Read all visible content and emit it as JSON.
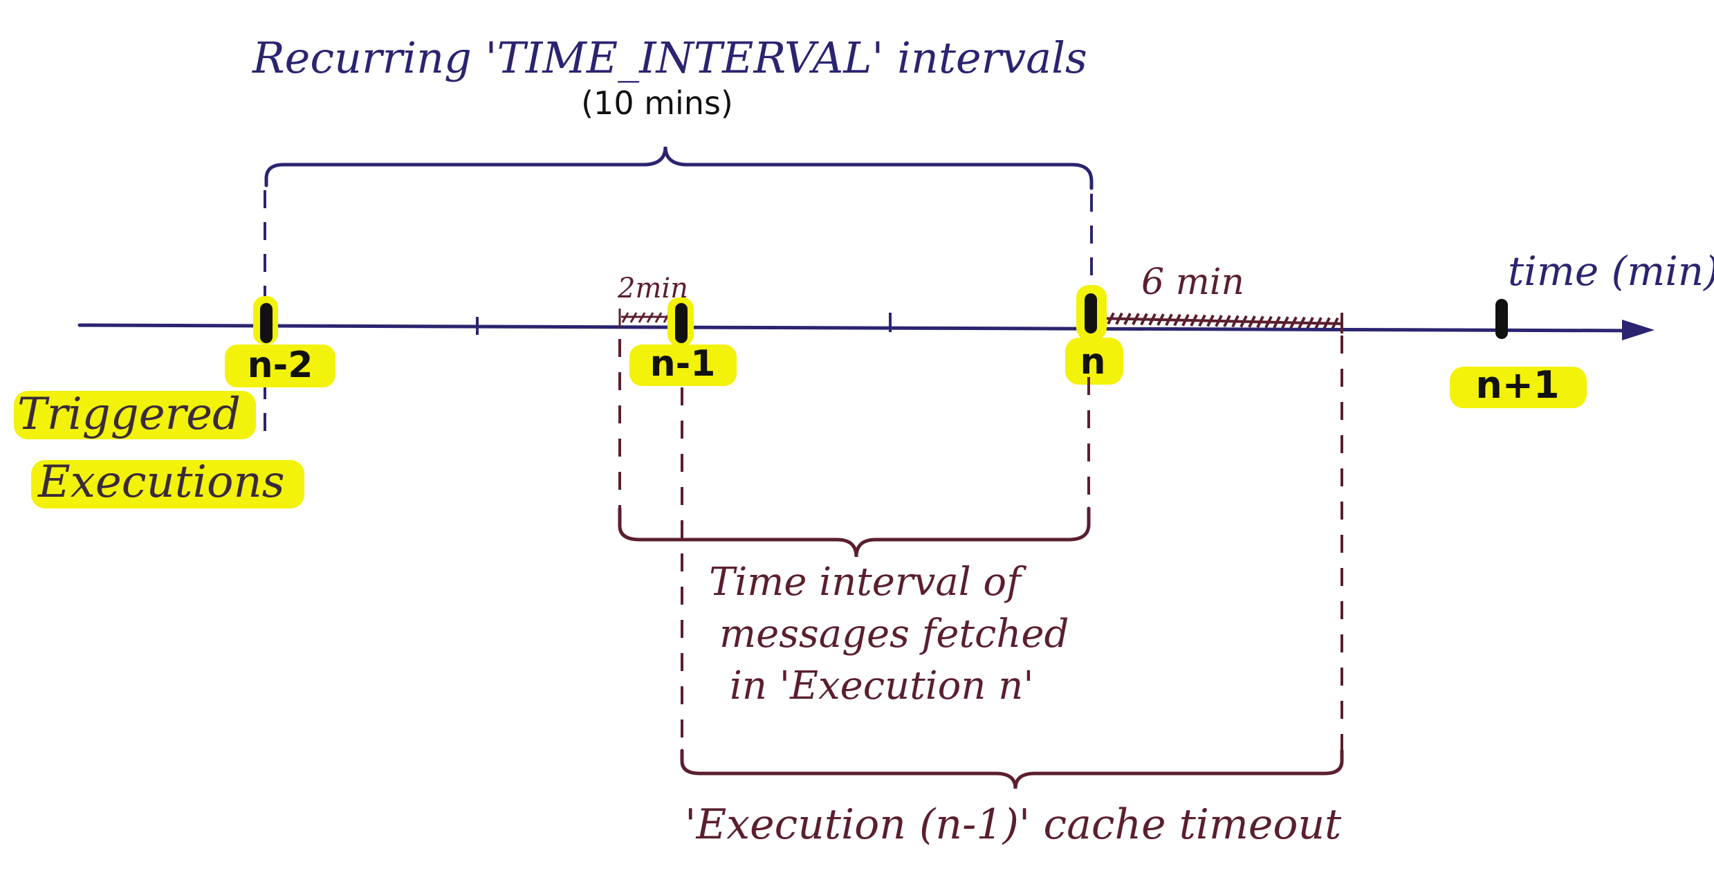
{
  "title": "Recurring 'TIME_INTERVAL' intervals",
  "interval_note": "(10 mins)",
  "axis_label": "time (min)",
  "triggered_label_line1": "Triggered",
  "triggered_label_line2": "Executions",
  "ticks": {
    "n_minus_2": "n-2",
    "n_minus_1": "n-1",
    "n": "n",
    "n_plus_1": "n+1"
  },
  "durations": {
    "two_min": "2min",
    "six_min": "6 min"
  },
  "fetch_interval_caption": [
    "Time interval of",
    "messages fetched",
    "in 'Execution n'"
  ],
  "cache_timeout_caption": "'Execution (n-1)' cache timeout",
  "colors": {
    "axis_blue": "#2b2470",
    "maroon": "#5a1f2e",
    "highlight": "#f2f20a",
    "marker": "#111111"
  }
}
